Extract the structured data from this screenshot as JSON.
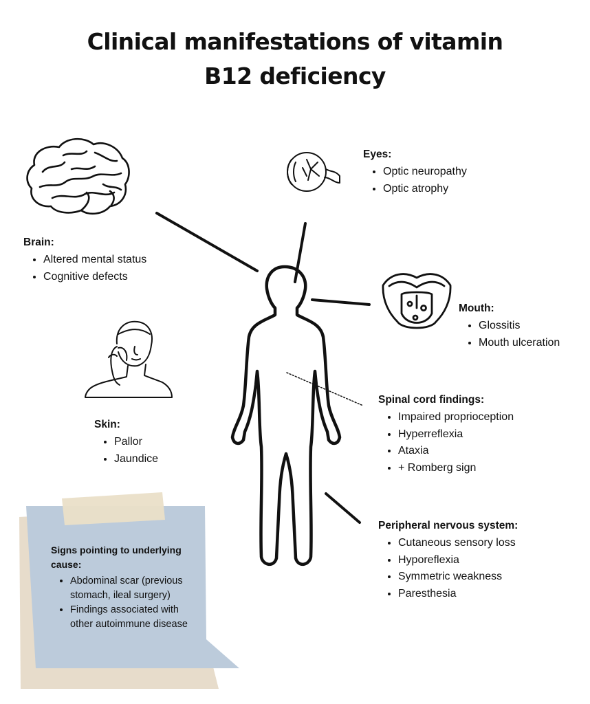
{
  "title": {
    "line1": "Clinical manifestations of vitamin",
    "line2": "B12 deficiency"
  },
  "icons": [
    "brain-icon",
    "eye-icon",
    "mouth-icon",
    "face-touch-icon",
    "human-body-icon"
  ],
  "colors": {
    "text": "#111111",
    "note_paper": "#bccbdb",
    "note_back": "#e7dccb",
    "tape": "#eadfc8"
  },
  "groups": {
    "brain": {
      "heading": "Brain:",
      "items": [
        "Altered mental status",
        "Cognitive defects"
      ]
    },
    "eyes": {
      "heading": "Eyes:",
      "items": [
        "Optic neuropathy",
        "Optic atrophy"
      ]
    },
    "mouth": {
      "heading": "Mouth:",
      "items": [
        "Glossitis",
        "Mouth ulceration"
      ]
    },
    "skin": {
      "heading": "Skin:",
      "items": [
        "Pallor",
        "Jaundice"
      ]
    },
    "spinal": {
      "heading": "Spinal cord findings:",
      "items": [
        "Impaired proprioception",
        "Hyperreflexia",
        "Ataxia",
        "+ Romberg sign"
      ]
    },
    "peripheral": {
      "heading": "Peripheral nervous system:",
      "items": [
        "Cutaneous sensory loss",
        "Hyporeflexia",
        "Symmetric weakness",
        "Paresthesia"
      ]
    },
    "underlying": {
      "heading": "Signs pointing to underlying cause:",
      "items": [
        "Abdominal scar (previous stomach, ileal surgery)",
        "Findings associated with other autoimmune disease"
      ]
    }
  }
}
